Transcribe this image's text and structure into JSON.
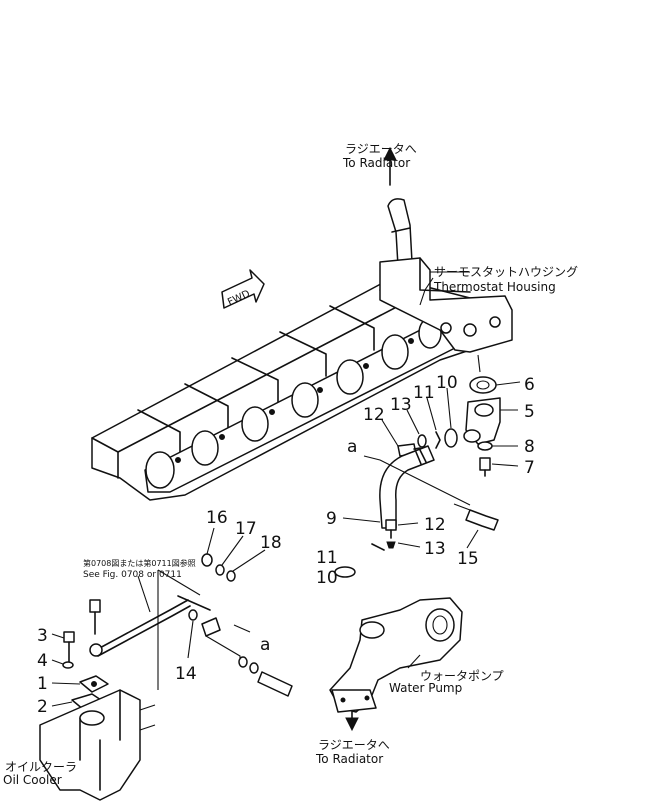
{
  "labels": {
    "to_radiator_top_jp": "ラジエータへ",
    "to_radiator_top_en": "To Radiator",
    "thermostat_jp": "サーモスタットハウジング",
    "thermostat_en": "Thermostat Housing",
    "water_pump_jp": "ウォータポンプ",
    "water_pump_en": "Water Pump",
    "to_radiator_bottom_jp": "ラジエータへ",
    "to_radiator_bottom_en": "To Radiator",
    "oil_cooler_jp": "オイルクーラ",
    "oil_cooler_en": "Oil Cooler",
    "see_fig_jp": "第0708図または第0711図参照",
    "see_fig_en": "See Fig. 0708 or 0711",
    "fwd": "FWD",
    "ref_a_upper": "a",
    "ref_a_lower": "a"
  },
  "callouts": [
    "1",
    "2",
    "3",
    "4",
    "5",
    "6",
    "7",
    "8",
    "9",
    "10",
    "10",
    "11",
    "11",
    "12",
    "12",
    "13",
    "13",
    "14",
    "15",
    "16",
    "17",
    "18"
  ]
}
